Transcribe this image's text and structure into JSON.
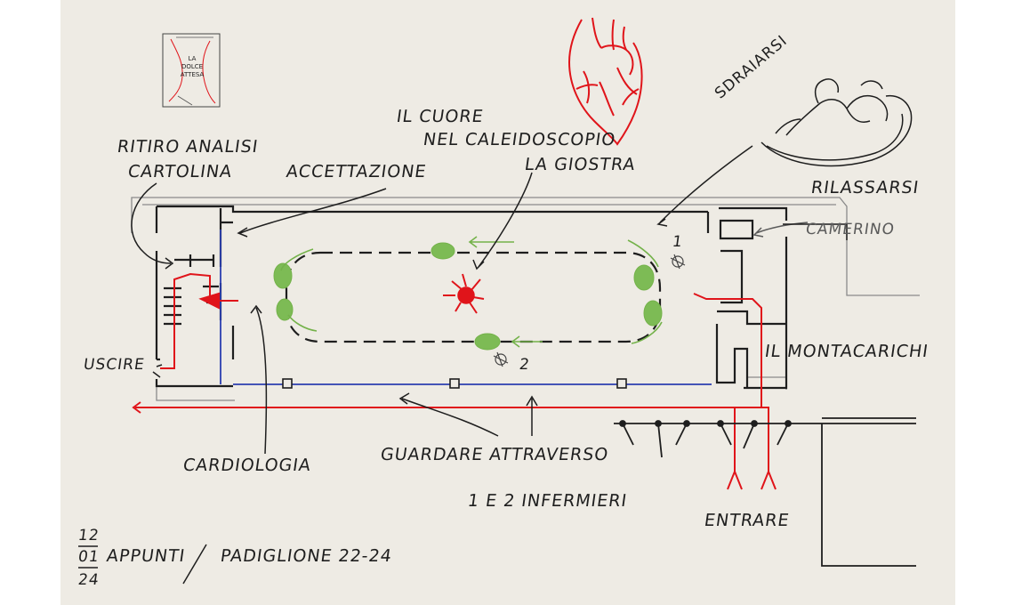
{
  "thumbnail": {
    "lines": [
      "LA",
      "DOLCE",
      "ATTESA"
    ]
  },
  "labels": {
    "il_cuore": "IL CUORE",
    "nel_caleidoscopio": "NEL CALEIDOSCOPIO",
    "la_giostra": "LA GIOSTRA",
    "ritiro_analisi": "RITIRO ANALISI",
    "cartolina": "CARTOLINA",
    "accettazione": "ACCETTAZIONE",
    "sdraiarsi": "SDRAIARSI",
    "rilassarsi": "RILASSARSI",
    "camerino": "CAMERINO",
    "il_montacarichi": "IL MONTACARICHI",
    "uscire": "USCIRE",
    "cardiologia": "CARDIOLOGIA",
    "guardare_attraverso": "GUARDARE ATTRAVERSO",
    "infermieri": "1 e 2 INFERMIERI",
    "entrare": "ENTRARE",
    "nurse_1": "1",
    "nurse_2": "2"
  },
  "footer": {
    "date_day": "12",
    "date_month": "01",
    "date_year": "24",
    "appunti": "APPUNTI",
    "padiglione": "PADIGLIONE 22-24"
  },
  "colors": {
    "ink": "#1e1e1e",
    "red": "#e0141a",
    "green": "#74b24a",
    "blue": "#2b3fb0",
    "grey": "#7a7a7a",
    "paper": "#eeebe4"
  }
}
